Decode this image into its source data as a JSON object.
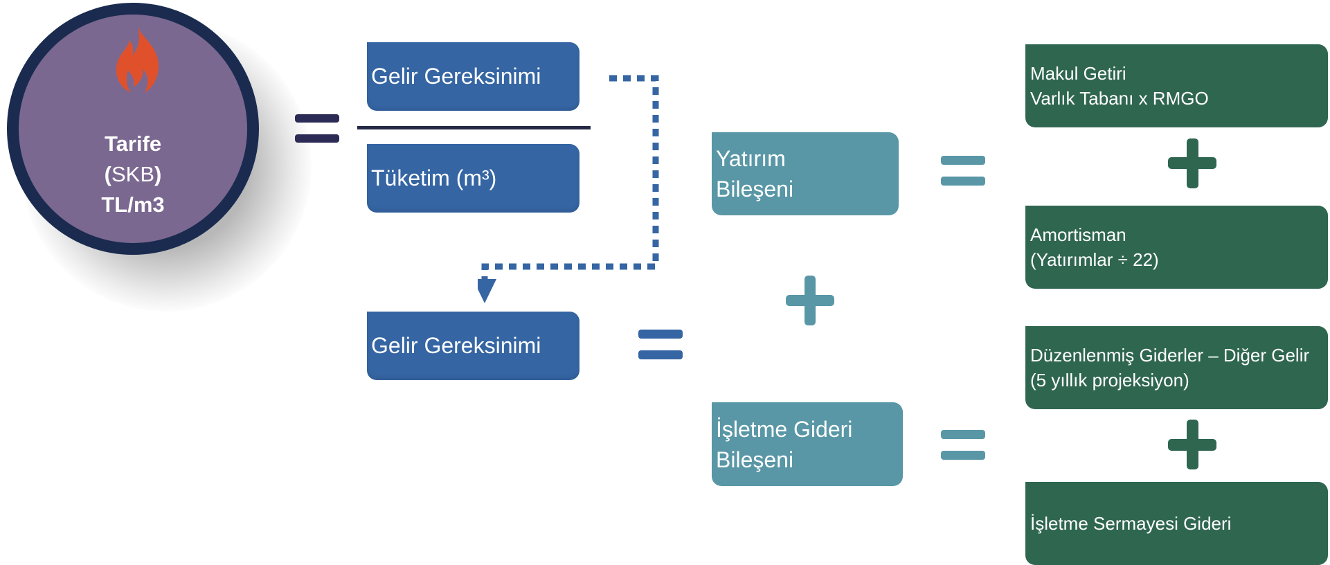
{
  "tariff": {
    "label": "Tarife",
    "paren_open": "(",
    "code": "SKB",
    "paren_close": ")",
    "unit": "TL/m3",
    "icon": "flame-icon"
  },
  "fraction": {
    "numerator": "Gelir Gereksinimi",
    "denominator": "Tüketim (m³)"
  },
  "revenue_box": {
    "label": "Gelir Gereksinimi"
  },
  "components": {
    "investment": {
      "line1": "Yatırım",
      "line2": "Bileşeni"
    },
    "operating": {
      "line1": "İşletme Gideri",
      "line2": "Bileşeni"
    }
  },
  "details": {
    "return": {
      "line1": "Makul Getiri",
      "line2": "Varlık Tabanı x RMGO"
    },
    "depreciation": {
      "line1": "Amortisman",
      "line2": "(Yatırımlar ÷ 22)"
    },
    "opex": {
      "line1": "Düzenlenmiş Giderler – Diğer Gelir",
      "line2": "(5 yıllık projeksiyon)"
    },
    "working_capital": {
      "line1": "İşletme Sermayesi Gideri"
    }
  },
  "colors": {
    "circle_fill": "#7a6890",
    "circle_border": "#1a2b4f",
    "flame": "#e0512b",
    "blue": "#3565a3",
    "teal": "#5997a6",
    "green": "#2f6650",
    "dark_operator": "#2c2b55"
  }
}
